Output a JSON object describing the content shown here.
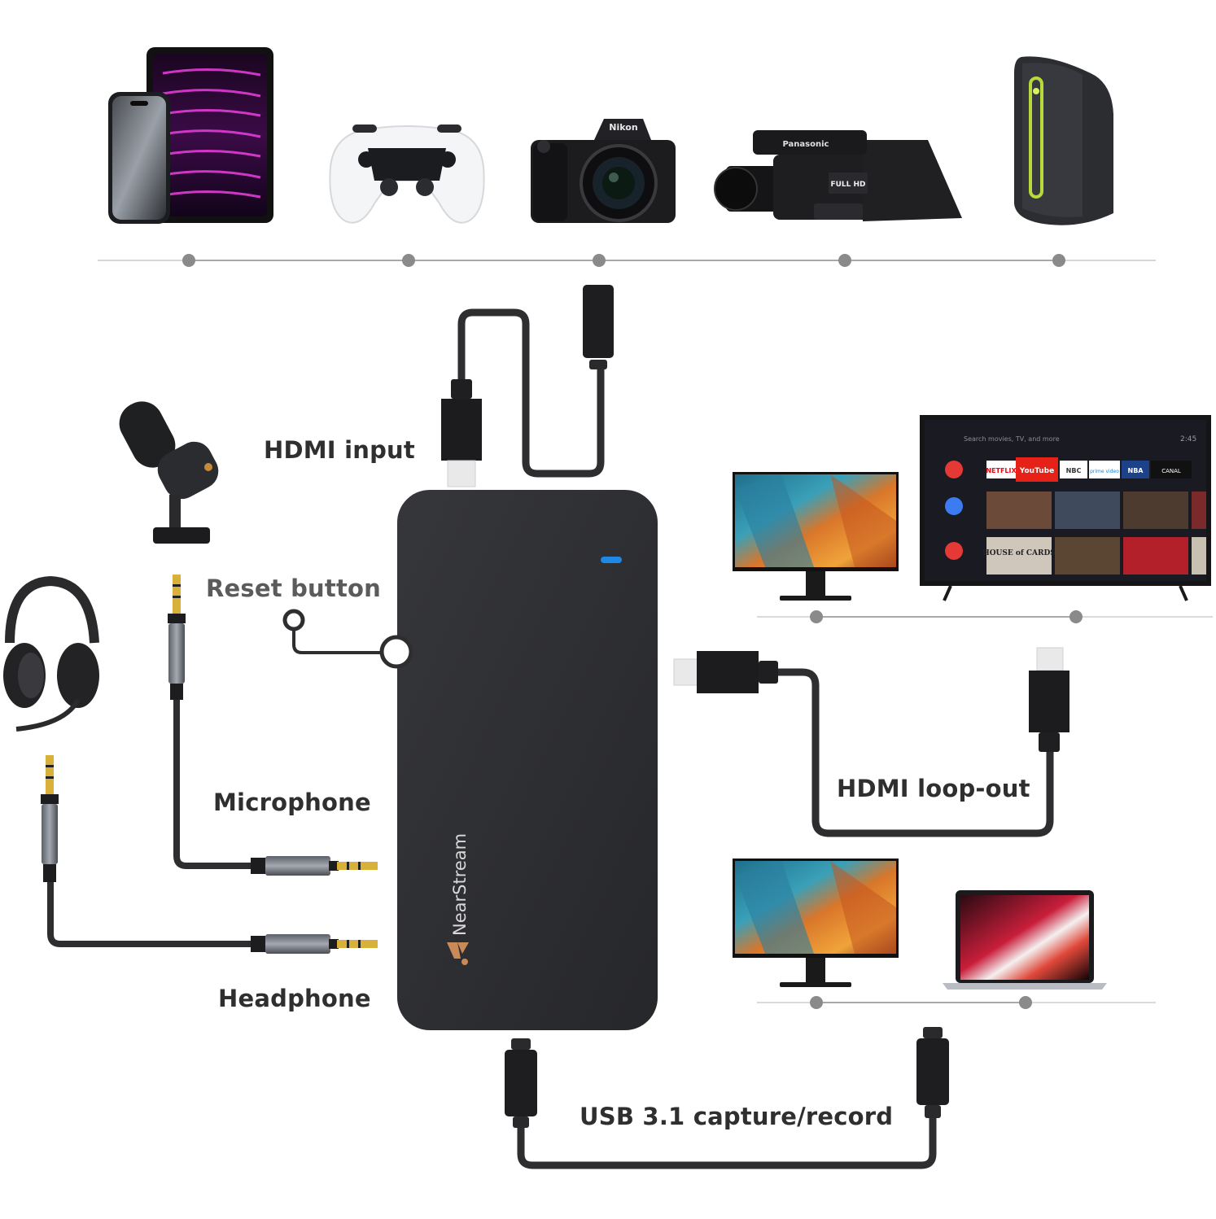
{
  "labels": {
    "hdmi_input": "HDMI input",
    "reset_button": "Reset button",
    "microphone": "Microphone",
    "headphone": "Headphone",
    "hdmi_loop_out": "HDMI loop-out",
    "usb_capture": "USB 3.1 capture/record"
  },
  "device": {
    "brand": "NearStream",
    "body_color": "#2b2c2f",
    "led_color": "#1e88e5"
  },
  "brands": {
    "camera": "Nikon",
    "camcorder": "Panasonic",
    "camcorder_badge": "FULL HD"
  },
  "tv_ui": {
    "search_text": "Search movies, TV, and more",
    "time": "2:45",
    "apps": [
      "NETFLIX",
      "YouTube",
      "NBC",
      "prime video",
      "NBA",
      "CANAL"
    ],
    "show_title": "HOUSE of CARDS"
  },
  "sources": [
    "phone-tablet-icon",
    "gamepad-icon",
    "camera-icon",
    "camcorder-icon",
    "desktop-pc-icon"
  ],
  "colors": {
    "cable": "#2e2e30",
    "label_text": "#2f2f2f",
    "dot": "#8a8a8a",
    "gold_plug": "#d9b13a"
  }
}
